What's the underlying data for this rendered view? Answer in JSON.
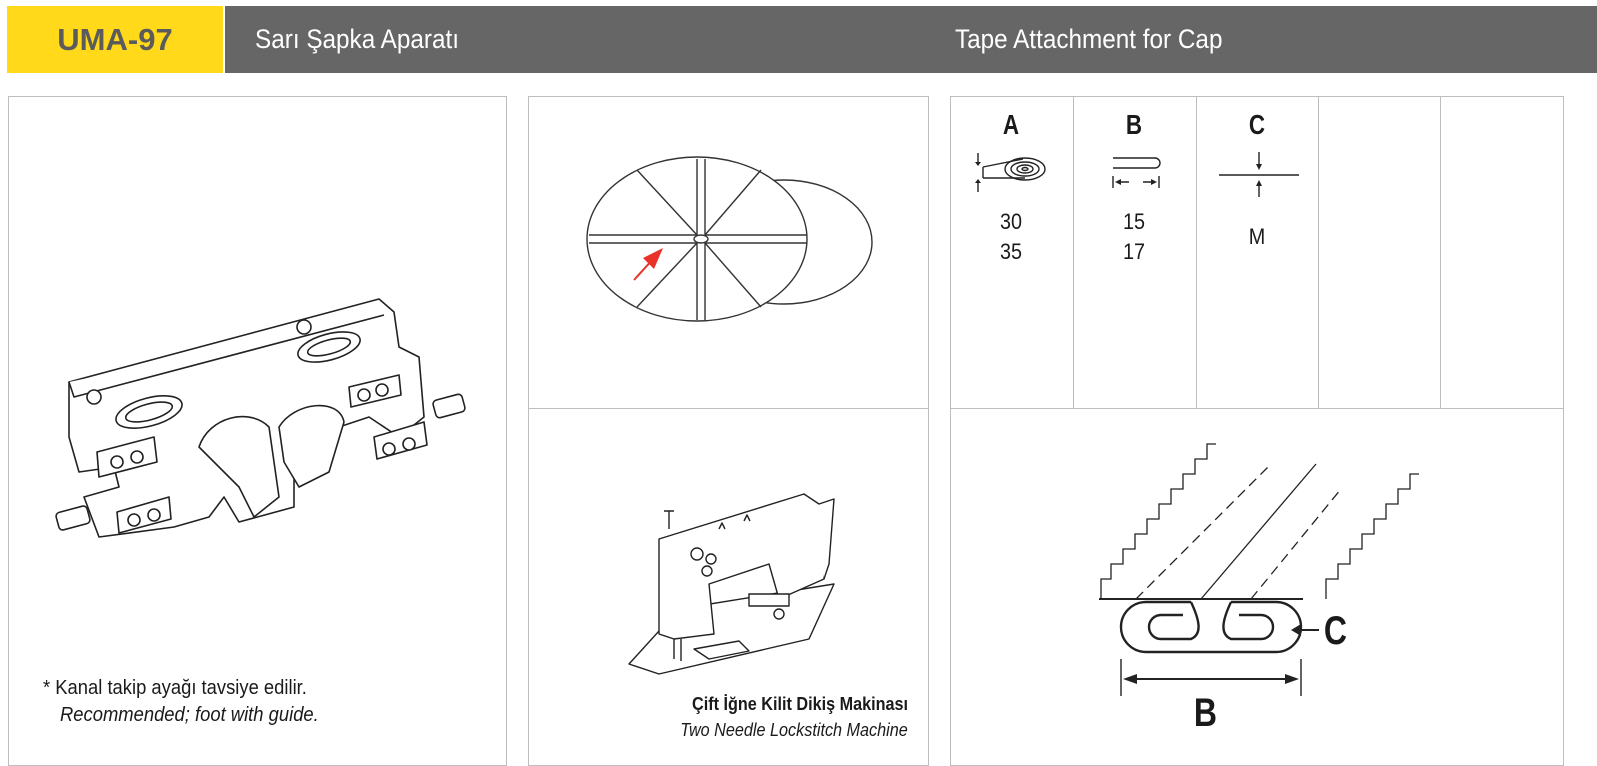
{
  "header": {
    "code": "UMA-97",
    "title_tr": "Sarı Şapka Aparatı",
    "title_en": "Tape Attachment for Cap"
  },
  "colors": {
    "accent_yellow": "#ffd91a",
    "header_gray": "#666666",
    "arrow_red": "#e8322a"
  },
  "product_panel": {
    "note_tr": "* Kanal takip ayağı tavsiye edilir.",
    "note_en": "Recommended; foot with guide."
  },
  "machine_panel": {
    "name_tr": "Çift İğne Kilit Dikiş Makinası",
    "name_en": "Two Needle Lockstitch Machine"
  },
  "spec_table": {
    "columns": [
      {
        "letter": "A",
        "icon": "tape-roll-icon",
        "values": [
          "30",
          "35"
        ]
      },
      {
        "letter": "B",
        "icon": "fold-width-icon",
        "values": [
          "15",
          "17"
        ]
      },
      {
        "letter": "C",
        "icon": "material-thickness-icon",
        "values": [
          "M"
        ]
      },
      {
        "letter": "",
        "icon": "",
        "values": []
      },
      {
        "letter": "",
        "icon": "",
        "values": []
      }
    ]
  },
  "seam_diagram": {
    "label_c": "C",
    "label_b": "B"
  }
}
